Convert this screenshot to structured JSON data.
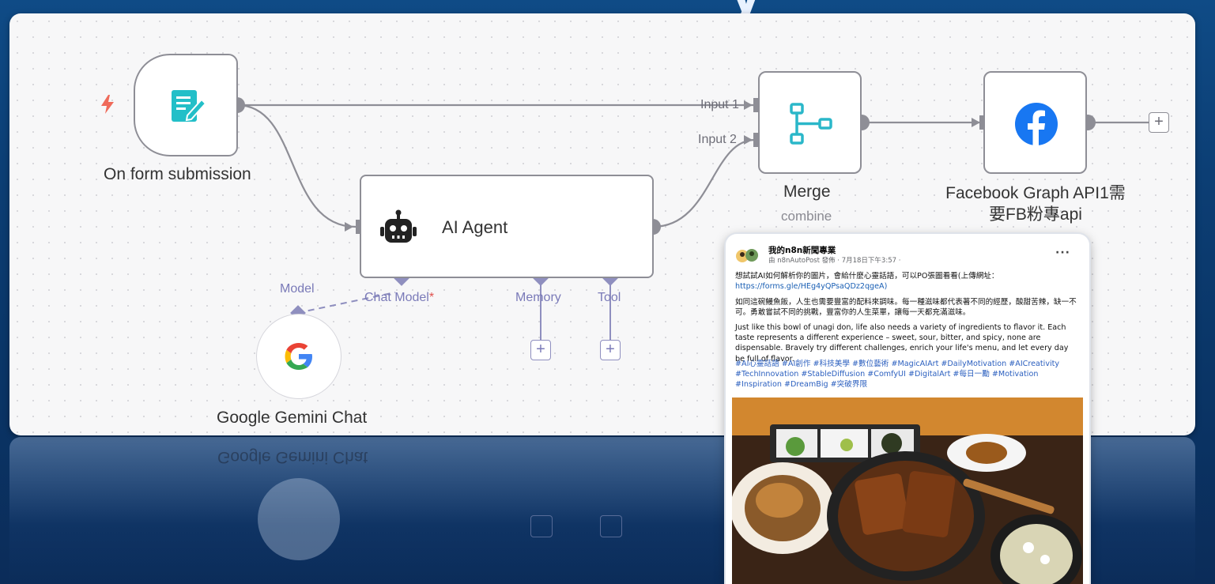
{
  "workflow": {
    "trigger_node": {
      "label": "On form submission"
    },
    "agent_node": {
      "label": "AI Agent",
      "ports": {
        "chat_model": "Chat Model",
        "required_mark": "*",
        "memory": "Memory",
        "tool": "Tool"
      }
    },
    "gemini_node": {
      "label": "Google Gemini Chat",
      "port_label": "Model"
    },
    "merge_node": {
      "label": "Merge",
      "sublabel": "combine",
      "input1": "Input 1",
      "input2": "Input 2"
    },
    "facebook_node": {
      "label_line1": "Facebook Graph API1需",
      "label_line2": "要FB粉專api"
    }
  },
  "post": {
    "page_name": "我的n8n新聞專業",
    "meta": "由 n8nAutoPost 發佈 · 7月18日下午3:57 ·",
    "intro": "想試試AI如何解析你的圖片，會給什麼心靈話語，可以PO張圖看看(上傳網址：",
    "link": "https://forms.gle/HEg4yQPsaQDz2qgeA)",
    "zh_body": "如同這碗鰻魚飯，人生也需要豐富的配料來調味。每一種滋味都代表著不同的經歷，酸甜苦辣，缺一不可。勇敢嘗試不同的挑戰，豐富你的人生菜單，讓每一天都充滿滋味。",
    "en_body": "Just like this bowl of unagi don, life also needs a variety of ingredients to flavor it. Each taste represents a different experience – sweet, sour, bitter, and spicy, none are dispensable. Bravely try different challenges, enrich your life's menu, and let every day be full of flavor.",
    "hashtags": "#AI心靈話語 #AI創作 #科技美學 #數位藝術 #MagicAIArt #DailyMotivation #AICreativity #TechInnovation #StableDiffusion #ComfyUI #DigitalArt #每日一勵 #Motivation #Inspiration #DreamBig #突破界限",
    "more": "···"
  },
  "reflection": {
    "text": "Google Gemini Chat"
  },
  "colors": {
    "accent_purple": "#7a7ab8",
    "wire": "#8e8e96",
    "trigger_bolt": "#ef6a5a",
    "form_icon": "#23bfc8",
    "facebook": "#1877f2",
    "merge_icon": "#2ab7c9"
  },
  "icons": [
    "bolt-icon",
    "form-icon",
    "robot-icon",
    "google-g-icon",
    "merge-icon",
    "facebook-icon",
    "plus-icon"
  ]
}
